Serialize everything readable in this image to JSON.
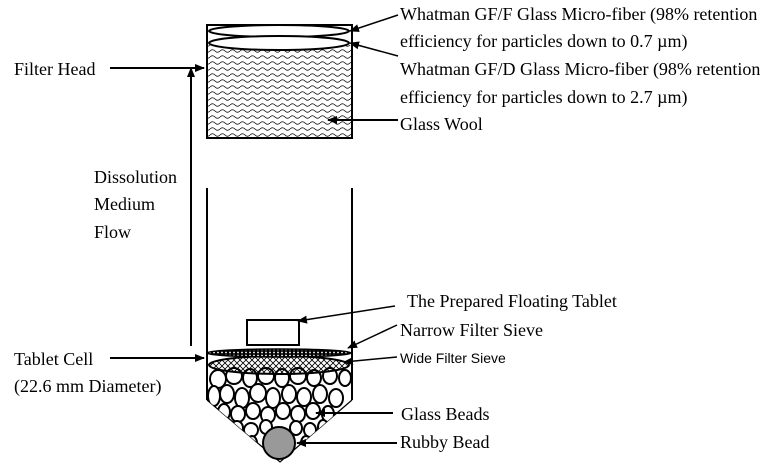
{
  "labels": {
    "filter_head": "Filter Head",
    "gf_f_line1": "Whatman GF/F Glass Micro-fiber (98% retention",
    "gf_f_line2": "efficiency for particles down to 0.7 µm)",
    "gf_d_line1": "Whatman GF/D Glass Micro-fiber (98% retention",
    "gf_d_line2": "efficiency for particles down to 2.7 µm)",
    "glass_wool": "Glass Wool",
    "flow_line1": "Dissolution",
    "flow_line2": "Medium",
    "flow_line3": "Flow",
    "floating_tablet": "The Prepared Floating Tablet",
    "narrow_sieve": "Narrow Filter Sieve",
    "wide_sieve": "Wide Filter Sieve",
    "tablet_cell_line1": "Tablet Cell",
    "tablet_cell_line2": "(22.6 mm Diameter)",
    "glass_beads": "Glass Beads",
    "rubby_bead": "Rubby Bead"
  },
  "colors": {
    "stroke": "#000000",
    "rubby_bead_fill": "#999999",
    "background": "#ffffff"
  }
}
